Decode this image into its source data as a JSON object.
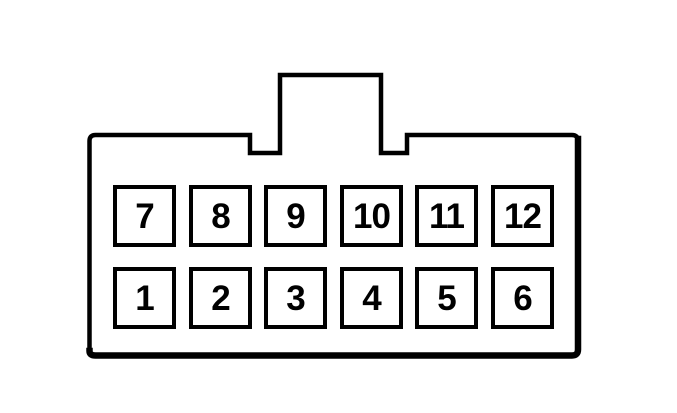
{
  "diagram": {
    "kind": "connector-pinout",
    "pin_count": 12
  },
  "pins": {
    "top_row": [
      "7",
      "8",
      "9",
      "10",
      "11",
      "12"
    ],
    "bottom_row": [
      "1",
      "2",
      "3",
      "4",
      "5",
      "6"
    ]
  },
  "colors": {
    "line": "#000000",
    "background": "#ffffff"
  }
}
